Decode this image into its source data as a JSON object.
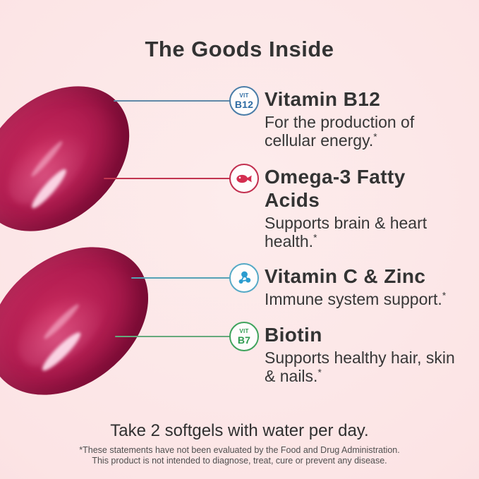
{
  "title": "The Goods Inside",
  "colors": {
    "background": "#fce4e5",
    "text_dark": "#333333",
    "softgel_main": "#b41e52",
    "softgel_edge": "#7d0c37",
    "b12_accent": "#4a7da8",
    "omega_accent": "#c22e4e",
    "vitc_accent": "#55a9c6",
    "biotin_accent": "#3ea35c"
  },
  "ingredients": [
    {
      "name": "Vitamin B12",
      "description": "For the production of cellular energy.",
      "marker": "*",
      "icon": "vit-b12-badge",
      "badge_top": "VIT",
      "badge_main": "B12",
      "accent": "#4a7da8"
    },
    {
      "name": "Omega-3 Fatty Acids",
      "description": "Supports brain & heart health.",
      "marker": "*",
      "icon": "fish-icon",
      "accent": "#c22e4e"
    },
    {
      "name": "Vitamin C & Zinc",
      "description": "Immune system support.",
      "marker": "*",
      "icon": "molecule-icon",
      "accent": "#55a9c6"
    },
    {
      "name": "Biotin",
      "description": "Supports healthy hair, skin & nails.",
      "marker": "*",
      "icon": "vit-b7-badge",
      "badge_top": "VIT",
      "badge_main": "B7",
      "accent": "#3ea35c"
    }
  ],
  "dosage": "Take 2 softgels with water per day.",
  "disclaimer": {
    "line1": "*These statements have not been evaluated by the Food and Drug Administration.",
    "line2": "This product is not intended to diagnose, treat, cure or prevent any disease."
  }
}
